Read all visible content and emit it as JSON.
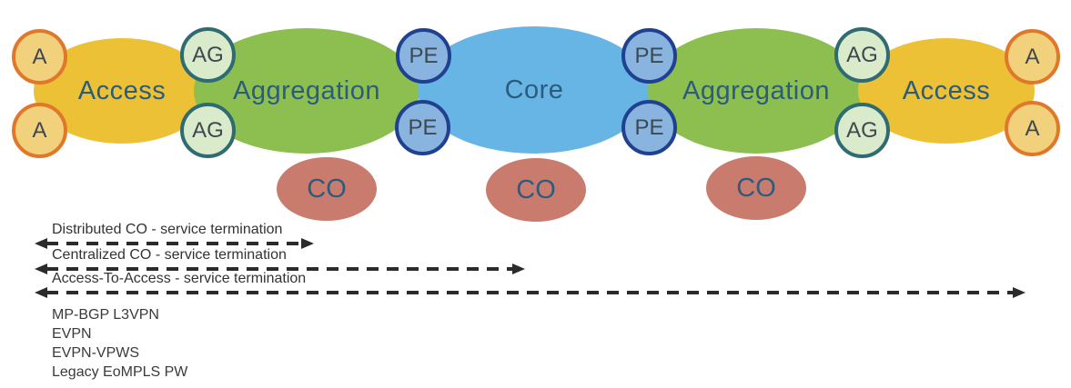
{
  "diagram": {
    "segments": [
      {
        "id": "access-left",
        "label": "Access",
        "color": "#EDC136"
      },
      {
        "id": "aggregation-left",
        "label": "Aggregation",
        "color": "#8DBE50"
      },
      {
        "id": "core",
        "label": "Core",
        "color": "#67B5E5"
      },
      {
        "id": "aggregation-right",
        "label": "Aggregation",
        "color": "#8DBE50"
      },
      {
        "id": "access-right",
        "label": "Access",
        "color": "#EDC136"
      }
    ],
    "node_labels": {
      "access": "A",
      "aggregation": "AG",
      "provider_edge": "PE",
      "central_office": "CO"
    },
    "node_colors": {
      "access_fill": "#F2D17D",
      "access_border": "#E0782B",
      "aggregation_fill": "#D9EBCB",
      "aggregation_border": "#2E6B72",
      "provider_edge_fill": "#89B4DF",
      "provider_edge_border": "#1F418F",
      "central_office_fill": "#C97B6E"
    },
    "segment_label_color": "#2B5C7D"
  },
  "legend": {
    "arrows": [
      {
        "label": "Distributed CO - service termination"
      },
      {
        "label": "Centralized CO - service termination"
      },
      {
        "label": "Access-To-Access - service termination"
      }
    ],
    "services": [
      "MP-BGP L3VPN",
      "EVPN",
      "EVPN-VPWS",
      "Legacy EoMPLS PW"
    ]
  }
}
